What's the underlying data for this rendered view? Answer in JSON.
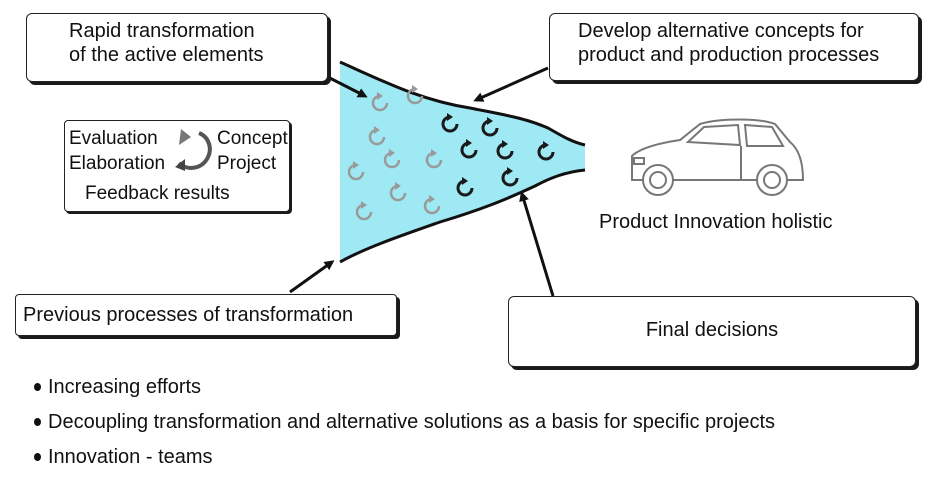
{
  "callouts": {
    "rapid_transformation": [
      "Rapid transformation",
      "of the active elements"
    ],
    "develop_alternatives": [
      "Develop alternative concepts for",
      "product and production processes"
    ],
    "previous_processes": "Previous processes of transformation",
    "final_decisions": "Final decisions"
  },
  "cycle": {
    "evaluation": "Evaluation",
    "concept": "Concept",
    "elaboration": "Elaboration",
    "project": "Project",
    "feedback": "Feedback results"
  },
  "product_label": "Product Innovation holistic",
  "bullets": [
    "Increasing efforts",
    "Decoupling transformation and alternative solutions as a basis for specific projects",
    "Innovation -  teams"
  ],
  "colors": {
    "funnel_fill": "#9ee9f3",
    "funnel_outline": "#111111",
    "element_gray": "#9a9a9a",
    "element_dark": "#1a1a1a",
    "car_outline": "#777777"
  }
}
